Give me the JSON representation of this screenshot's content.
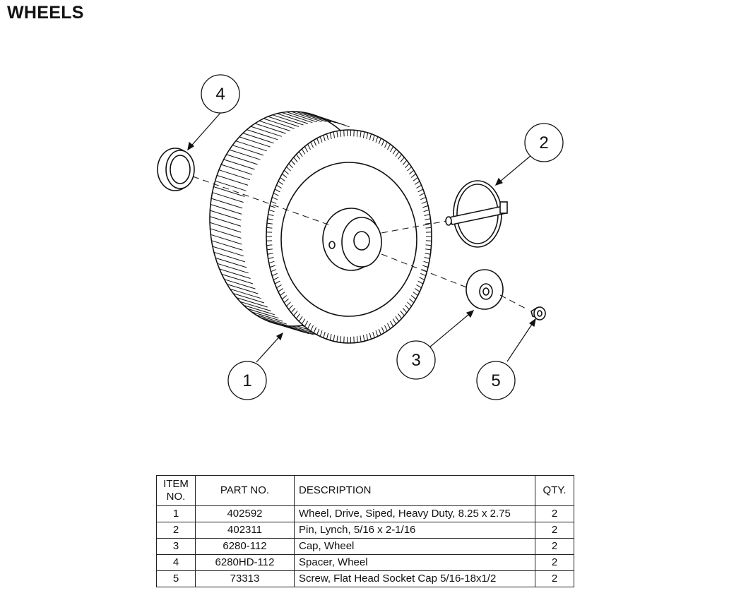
{
  "page": {
    "title": "WHEELS"
  },
  "callouts": [
    {
      "id": "1",
      "label": "1"
    },
    {
      "id": "2",
      "label": "2"
    },
    {
      "id": "3",
      "label": "3"
    },
    {
      "id": "4",
      "label": "4"
    },
    {
      "id": "5",
      "label": "5"
    }
  ],
  "table": {
    "headers": {
      "item": "ITEM\nNO.",
      "part": "PART NO.",
      "desc": "DESCRIPTION",
      "qty": "QTY."
    },
    "rows": [
      {
        "item": "1",
        "part": "402592",
        "desc": "Wheel, Drive, Siped, Heavy Duty, 8.25 x 2.75",
        "qty": "2"
      },
      {
        "item": "2",
        "part": "402311",
        "desc": "Pin, Lynch, 5/16 x 2-1/16",
        "qty": "2"
      },
      {
        "item": "3",
        "part": "6280-112",
        "desc": "Cap, Wheel",
        "qty": "2"
      },
      {
        "item": "4",
        "part": "6280HD-112",
        "desc": "Spacer, Wheel",
        "qty": "2"
      },
      {
        "item": "5",
        "part": "73313",
        "desc": "Screw, Flat Head Socket Cap 5/16-18x1/2",
        "qty": "2"
      }
    ]
  }
}
